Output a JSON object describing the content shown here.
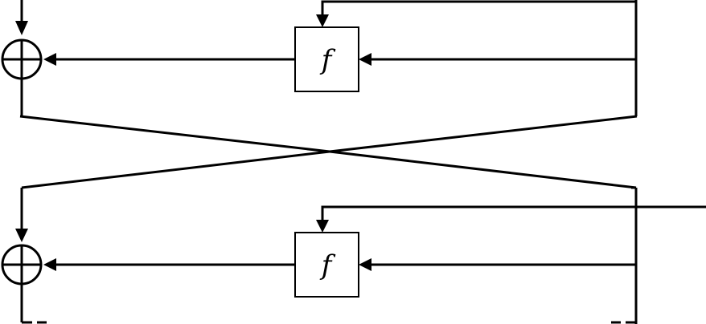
{
  "diagram": {
    "type": "feistel-network",
    "rounds": [
      {
        "function_label": "f",
        "combiner": "xor"
      },
      {
        "function_label": "f",
        "combiner": "xor"
      }
    ]
  },
  "colors": {
    "stroke": "#000000",
    "background": "#ffffff"
  },
  "icons": {
    "combiner": "xor-circle-plus-icon",
    "flow": "arrowhead-icon"
  }
}
